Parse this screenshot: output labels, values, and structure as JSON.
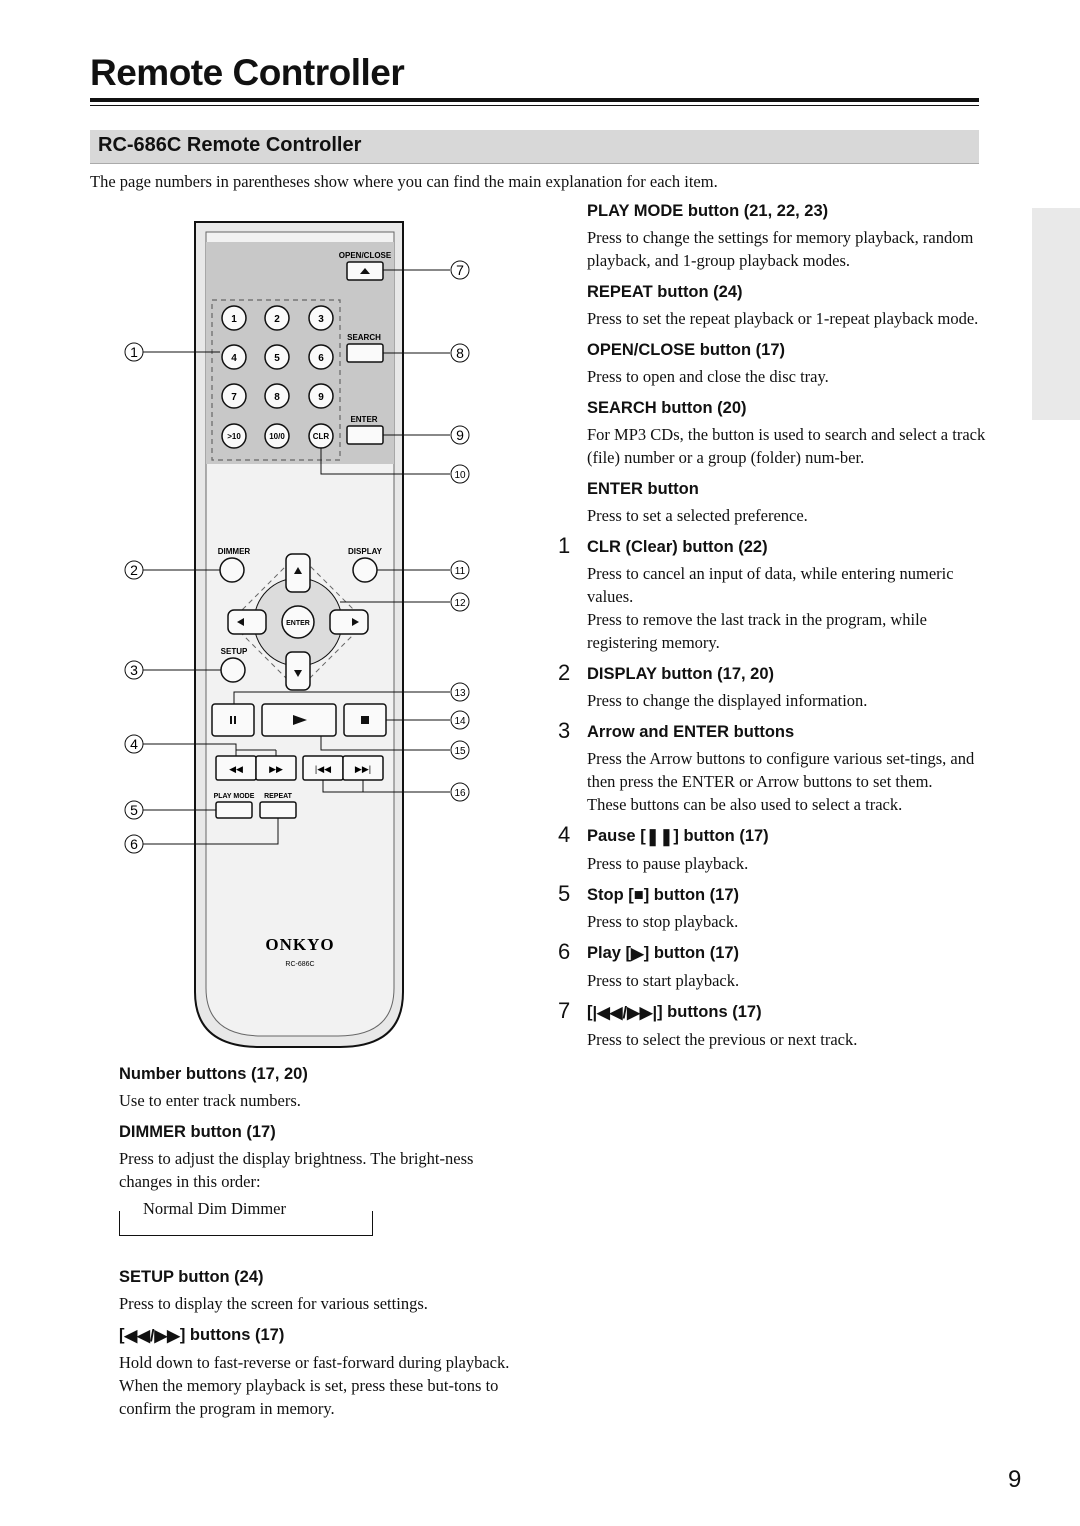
{
  "page": {
    "title": "Remote Controller",
    "section_title": "RC-686C Remote Controller",
    "intro": "The page numbers in parentheses show where you can find the main explanation for each item.",
    "page_number": "9"
  },
  "remote": {
    "open_close_label": "OPEN/CLOSE",
    "search_label": "SEARCH",
    "enter_label": "ENTER",
    "number_keys": [
      "1",
      "2",
      "3",
      "4",
      "5",
      "6",
      "7",
      "8",
      "9"
    ],
    "bottom_keys": [
      ">10",
      "10/0",
      "CLR"
    ],
    "dimmer_label": "DIMMER",
    "display_label": "DISPLAY",
    "setup_label": "SETUP",
    "center_enter_label": "ENTER",
    "play_mode_label": "PLAY MODE",
    "repeat_label": "REPEAT",
    "brand": "ONKYO",
    "model": "RC-686C",
    "callouts": [
      "1",
      "2",
      "3",
      "4",
      "5",
      "6",
      "7",
      "8",
      "9",
      "10",
      "11",
      "12",
      "13",
      "14",
      "15",
      "16"
    ]
  },
  "left_items": {
    "number": {
      "head": "Number buttons (17, 20)",
      "desc": "Use to enter track numbers."
    },
    "dimmer": {
      "head": "DIMMER button (17)",
      "desc": "Press to adjust the display brightness. The bright-ness changes in this order:",
      "order": "Normal   Dim   Dimmer"
    },
    "setup": {
      "head": "SETUP button (24)",
      "desc": "Press to display the screen for various settings."
    },
    "skip_fast": {
      "head_pre": "[",
      "head_post": "] buttons (17)",
      "desc1": "Hold down to fast-reverse or fast-forward during playback.",
      "desc2": "When the memory playback is set, press these but-tons to confirm the program in memory."
    }
  },
  "right_items": {
    "play_mode": {
      "head": "PLAY MODE button (21, 22, 23)",
      "desc": "Press to change the settings for memory playback, random playback, and 1-group playback modes."
    },
    "repeat": {
      "head": "REPEAT button (24)",
      "desc": "Press to set the repeat playback or 1-repeat playback mode."
    },
    "open_close": {
      "head": "OPEN/CLOSE button (17)",
      "desc": "Press to open and close the disc tray."
    },
    "search": {
      "head": "SEARCH button (20)",
      "desc": "For MP3 CDs, the button is used to search and select a track (file) number or a group (folder) num-ber."
    },
    "enter": {
      "head": "ENTER button",
      "desc": "Press to set a selected preference."
    },
    "clr": {
      "num": "1",
      "head": "CLR (Clear) button (22)",
      "desc1": "Press to cancel an input of data, while entering numeric values.",
      "desc2": "Press to remove the last track in the program, while registering memory."
    },
    "display": {
      "num": "2",
      "head": "DISPLAY button (17, 20)",
      "desc": "Press to change the displayed information."
    },
    "arrow": {
      "num": "3",
      "head": "Arrow and ENTER buttons",
      "desc1": "Press the Arrow buttons to configure various set-tings, and then press the ENTER or Arrow buttons to set them.",
      "desc2": "These buttons can be also used to select a track."
    },
    "pause": {
      "num": "4",
      "head_pre": "Pause [",
      "head_post": "] button (17)",
      "desc": "Press to pause playback."
    },
    "stop": {
      "num": "5",
      "head_pre": "Stop [",
      "head_post": "] button (17)",
      "desc": "Press to stop playback."
    },
    "play": {
      "num": "6",
      "head_pre": "Play [",
      "head_post": "] button (17)",
      "desc": "Press to start playback."
    },
    "skip": {
      "num": "7",
      "head_pre": "[",
      "head_post": "] buttons (17)",
      "desc": "Press to select the previous or next track."
    }
  },
  "colors": {
    "accent_bar": "#d8d8d8",
    "remote_body": "#e6e6e6",
    "remote_keypad": "#c8c8c8"
  }
}
